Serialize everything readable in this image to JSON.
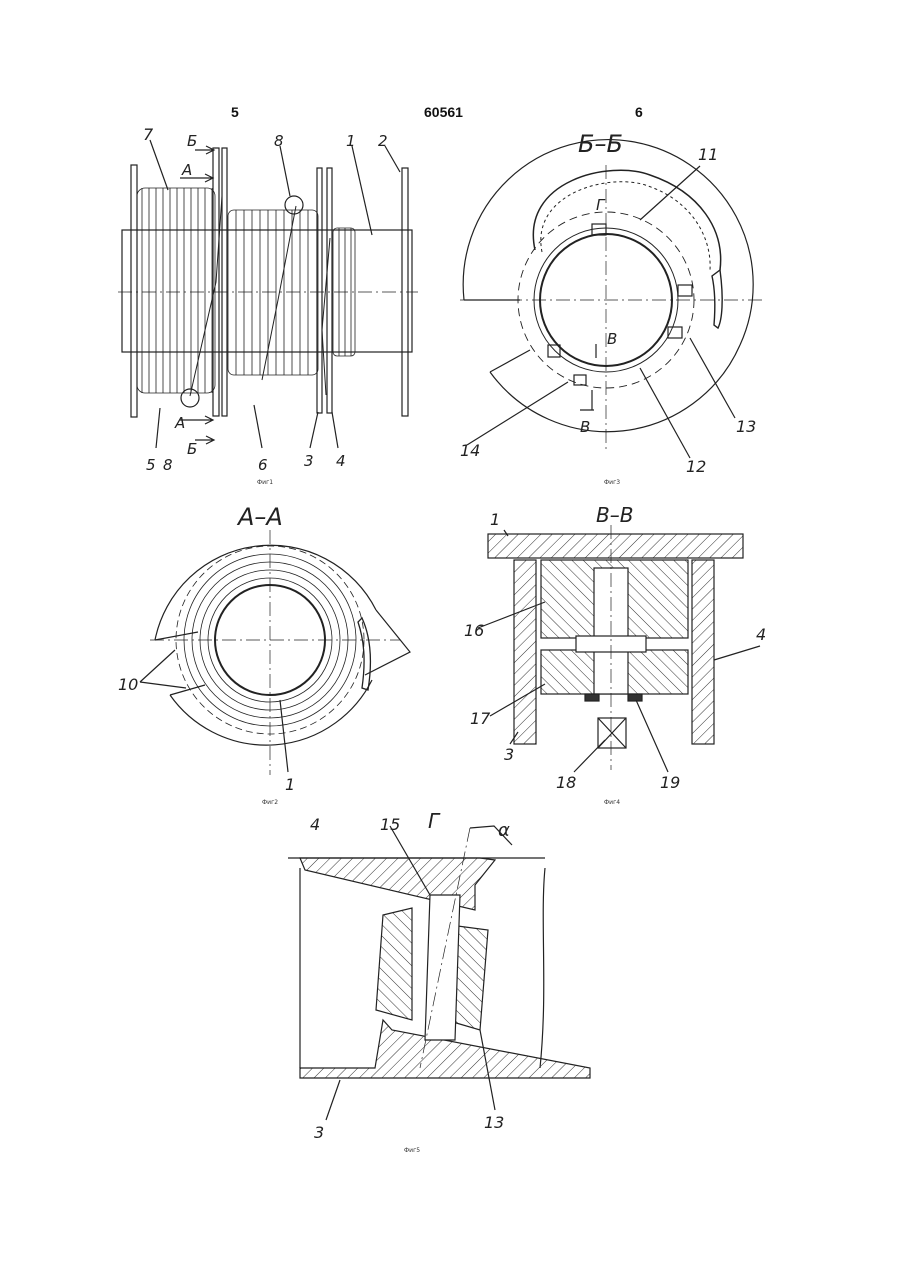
{
  "header": {
    "left_page": "5",
    "patent_number": "60561",
    "right_page": "6"
  },
  "fig1": {
    "caption": "Фиг1",
    "labels": {
      "l7": "7",
      "l8a": "8",
      "l1": "1",
      "l2": "2",
      "lB1": "Б",
      "lA1": "А",
      "lA2": "А",
      "lB2": "Б",
      "l5": "5",
      "l8b": "8",
      "l6": "6",
      "l3": "3",
      "l4": "4"
    }
  },
  "fig3": {
    "title": "Б–Б",
    "caption": "Фиг3",
    "labels": {
      "l11": "11",
      "lG": "Г",
      "lV1": "В",
      "lV2": "В",
      "l14": "14",
      "l12": "12",
      "l13": "13"
    }
  },
  "fig2": {
    "title": "А–А",
    "caption": "Фиг2",
    "labels": {
      "l10": "10",
      "l1": "1"
    }
  },
  "fig4": {
    "title": "В–В",
    "caption": "Фиг4",
    "labels": {
      "l1": "1",
      "l16": "16",
      "l4": "4",
      "l17": "17",
      "l3": "3",
      "l18": "18",
      "l19": "19"
    }
  },
  "fig5": {
    "caption": "Фиг5",
    "labels": {
      "l4": "4",
      "l15": "15",
      "lG": "Г",
      "lalpha": "α",
      "l3": "3",
      "l13": "13"
    }
  }
}
